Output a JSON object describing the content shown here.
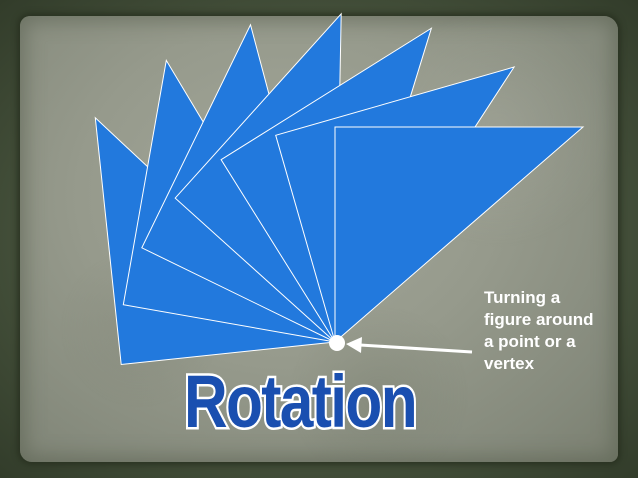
{
  "slide": {
    "title": "Rotation",
    "caption_lines": [
      "Turning a",
      "figure around",
      "a point or a",
      "vertex"
    ]
  },
  "diagram": {
    "figure": "triangle",
    "copies": 7,
    "fill_color": "#2279dd",
    "outline_color": "#ffffff",
    "pivot_marker": "white-dot",
    "arrow": "points-to-pivot"
  },
  "colors": {
    "title_fill": "#1a4fb0",
    "title_stroke": "#ffffff",
    "background": "#969a8c"
  }
}
